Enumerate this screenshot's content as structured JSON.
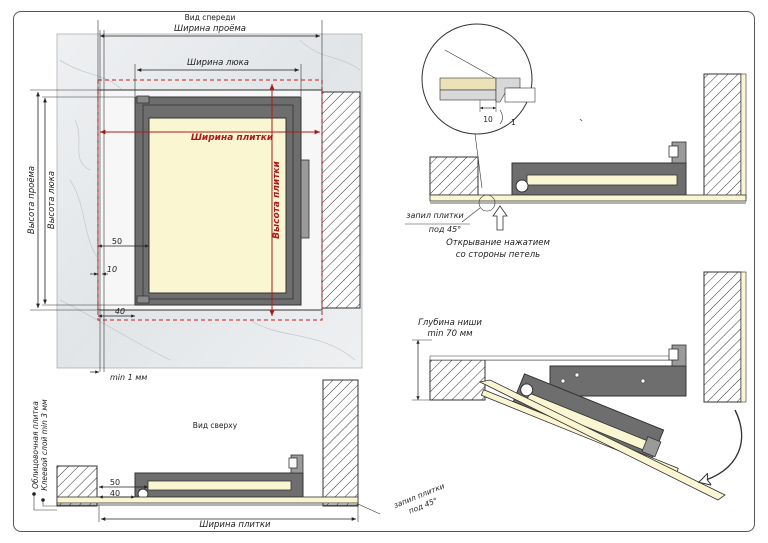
{
  "front_view": {
    "title": "Вид спереди",
    "opening_width": "Ширина проёма",
    "hatch_width": "Ширина люка",
    "tile_width": "Ширина плитки",
    "tile_height": "Высота плитки",
    "opening_height": "Высота проёма",
    "hatch_height": "Высота люка",
    "dim_50": "50",
    "dim_10": "10",
    "dim_40": "40",
    "min_gap": "min 1 мм"
  },
  "top_view": {
    "title": "Вид сверху",
    "facing_tile": "Облицовочная плитка",
    "glue_layer": "Клеевой слой min 3 мм",
    "dim_50": "50",
    "dim_40": "40",
    "tile_width": "Ширина плитки",
    "tile_cut_line1": "запил плитки",
    "tile_cut_line2": "под 45°"
  },
  "detail_closed": {
    "dim_10": "10",
    "dim_1": "1",
    "tile_cut_line1": "запил плитки",
    "tile_cut_line2": "под 45°",
    "opening_line1": "Открывание нажатием",
    "opening_line2": "со стороны петель"
  },
  "detail_open": {
    "niche_depth_line1": "Глубина ниши",
    "niche_depth_line2": "min 70 мм"
  }
}
